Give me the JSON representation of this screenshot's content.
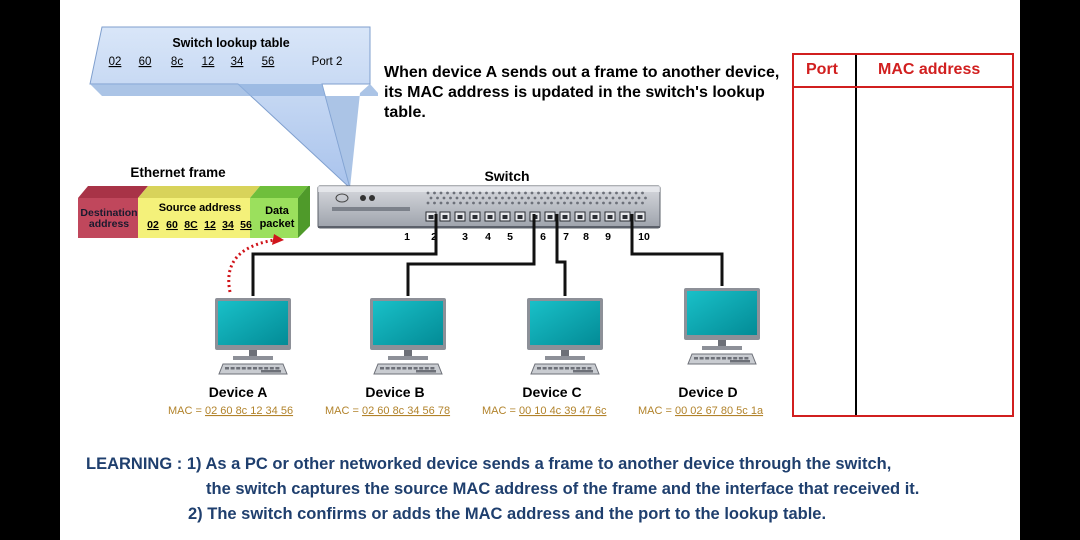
{
  "callout": {
    "title": "Switch lookup table",
    "mac_bytes": [
      "02",
      "60",
      "8c",
      "12",
      "34",
      "56"
    ],
    "port": "Port 2"
  },
  "caption": "When device A sends out a frame to another device, its MAC address is updated in the switch's lookup table.",
  "frame": {
    "label": "Ethernet frame",
    "dest_line1": "Destination",
    "dest_line2": "address",
    "source_label": "Source address",
    "source_bytes": [
      "02",
      "60",
      "8C",
      "12",
      "34",
      "56"
    ],
    "data_line1": "Data",
    "data_line2": "packet"
  },
  "switch": {
    "label": "Switch",
    "port_numbers": [
      "1",
      "2",
      "3",
      "4",
      "5",
      "6",
      "7",
      "8",
      "9",
      "10"
    ]
  },
  "devices": [
    {
      "name": "Device A",
      "mac_prefix": "MAC = ",
      "mac": "02 60 8c 12 34 56"
    },
    {
      "name": "Device B",
      "mac_prefix": "MAC = ",
      "mac": "02 60 8c 34 56 78"
    },
    {
      "name": "Device C",
      "mac_prefix": "MAC = ",
      "mac": "00 10 4c 39 47 6c"
    },
    {
      "name": "Device D",
      "mac_prefix": "MAC = ",
      "mac": "00 02 67 80 5c 1a"
    }
  ],
  "lookup_table": {
    "headers": [
      "Port",
      "MAC address"
    ]
  },
  "learning": {
    "line1": "LEARNING : 1) As a PC or other networked device sends a frame to another device through the switch,",
    "line2": "the switch captures the source MAC address of the frame and the interface that received it.",
    "line3": "2) The switch confirms or adds the MAC address and the port to the lookup table."
  },
  "colors": {
    "callout_fill": "#bcd2f1",
    "callout_edge": "#7f9fce",
    "dest_field": "#c0475c",
    "source_field": "#f4f17a",
    "data_field": "#9be05d",
    "screen": "#0aa4ae",
    "table_border": "#d11f1f",
    "learning_text": "#1f3f6e",
    "mac_text": "#b2832b",
    "arrow": "#d0151b"
  }
}
